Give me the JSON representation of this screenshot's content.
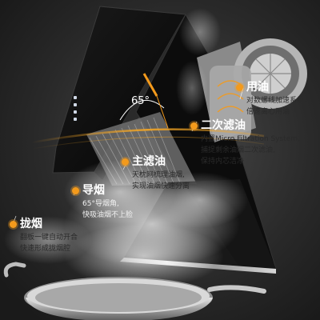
{
  "angle": {
    "text": "65°"
  },
  "labels": {
    "oil": {
      "title": "用油",
      "desc": [
        "对数螺线加速系统,",
        "倍速离心用油"
      ]
    },
    "secondary_filter": {
      "title": "二次滤油",
      "desc": [
        "内置Micro Filtration System,",
        "捕捉剩余油烟二次滤油,",
        "保持内芯洁净"
      ]
    },
    "main_filter": {
      "title": "主滤油",
      "desc": [
        "天枕网梳理油烟,",
        "实现油烟快速分离"
      ]
    },
    "guide_smoke": {
      "title": "导烟",
      "desc": [
        "65°导烟角,",
        "快吸油烟不上脸"
      ]
    },
    "gather_smoke": {
      "title": "拢烟",
      "desc": [
        "翻板一键自动开合",
        "快速形成拢烟腔"
      ]
    }
  },
  "colors": {
    "accent": "#f39a1c",
    "background": "#262626"
  }
}
